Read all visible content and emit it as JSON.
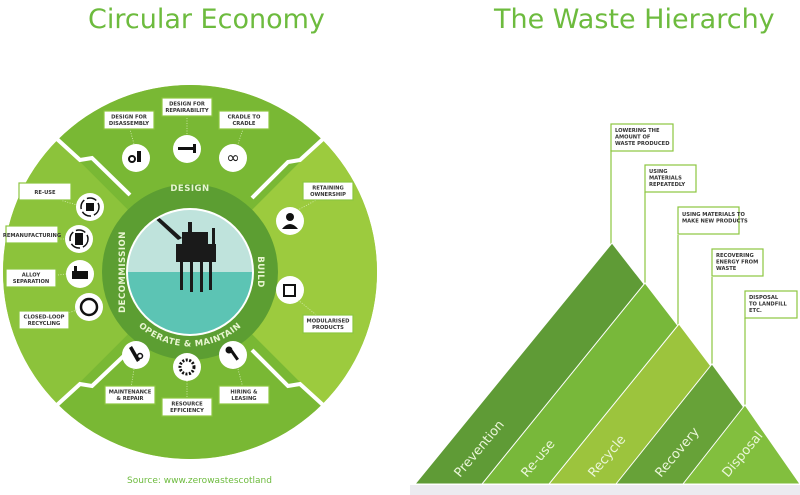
{
  "left": {
    "title": "Circular Economy",
    "source": "Source: www.zerowastescotland",
    "stages": {
      "design": "DESIGN",
      "build": "BUILD",
      "operate": "OPERATE & MAINTAIN",
      "decommission": "DECOMMISSION"
    },
    "items": {
      "disassembly": [
        "DESIGN FOR",
        "DISASSEMBLY"
      ],
      "repairability": [
        "DESIGN FOR",
        "REPAIRABILITY"
      ],
      "cradle": [
        "CRADLE TO",
        "CRADLE"
      ],
      "ownership": [
        "RETAINING",
        "OWNERSHIP"
      ],
      "modular": [
        "MODULARISED",
        "PRODUCTS"
      ],
      "maintenance": [
        "MAINTENANCE",
        "& REPAIR"
      ],
      "resource": [
        "RESOURCE",
        "EFFICIENCY"
      ],
      "hiring": [
        "HIRING &",
        "LEASING"
      ],
      "reuse": [
        "RE-USE"
      ],
      "remanufacturing": [
        "REMANUFACTURING"
      ],
      "alloy": [
        "ALLOY",
        "SEPARATION"
      ],
      "closedloop": [
        "CLOSED-LOOP",
        "RECYCLING"
      ]
    }
  },
  "right": {
    "title": "The Waste Hierarchy",
    "levels": [
      {
        "name": "Prevention",
        "desc": [
          "LOWERING THE",
          "AMOUNT OF",
          "WASTE PRODUCED"
        ],
        "color": "#5f9b36"
      },
      {
        "name": "Re-use",
        "desc": [
          "USING",
          "MATERIALS",
          "REPEATEDLY"
        ],
        "color": "#78b83a"
      },
      {
        "name": "Recycle",
        "desc": [
          "USING MATERIALS TO",
          "MAKE NEW PRODUCTS"
        ],
        "color": "#9cc43d"
      },
      {
        "name": "Recovery",
        "desc": [
          "RECOVERING",
          "ENERGY FROM",
          "WASTE"
        ],
        "color": "#67a238"
      },
      {
        "name": "Disposal",
        "desc": [
          "DISPOSAL",
          "TO LANDFILL",
          "ETC."
        ],
        "color": "#82bf3e"
      }
    ]
  }
}
